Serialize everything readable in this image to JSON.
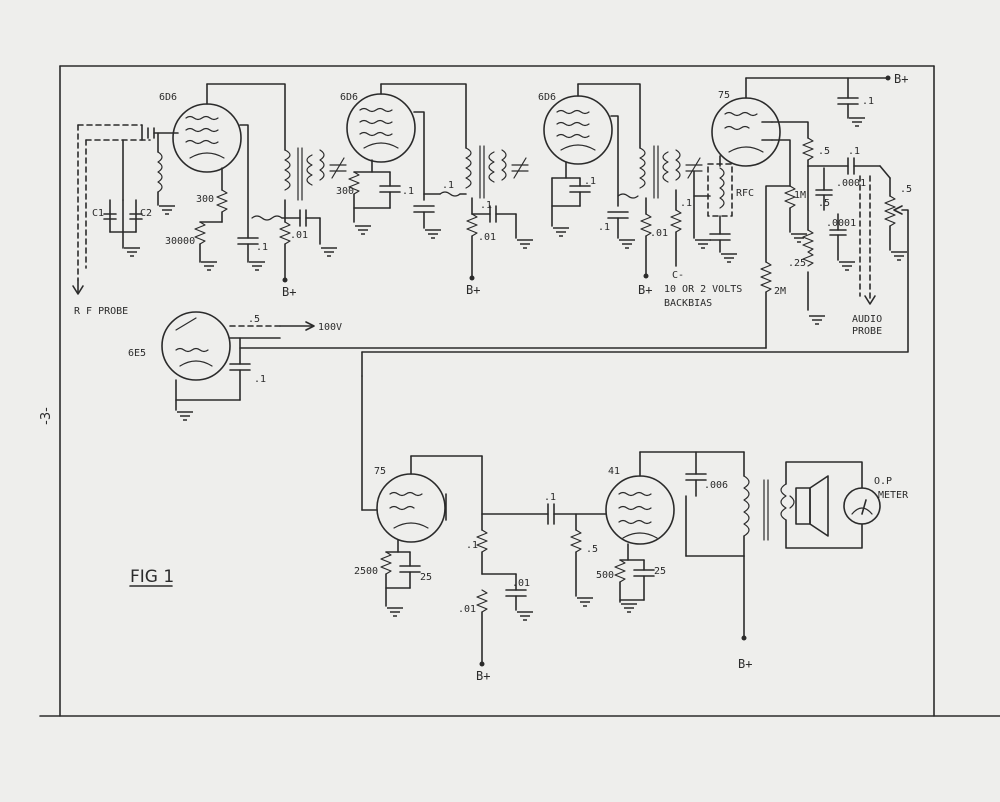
{
  "page_number": "-3-",
  "figure_label": "FIG 1",
  "tubes": {
    "v1": "6D6",
    "v2": "6D6",
    "v3": "6D6",
    "v4": "75",
    "tuning_eye": "6E5",
    "af1": "75",
    "af2": "41"
  },
  "labels": {
    "rf_probe": "R F PROBE",
    "audio_probe_1": "AUDIO",
    "audio_probe_2": "PROBE",
    "c_minus": "C-",
    "backbias_1": "10 OR 2 VOLTS",
    "backbias_2": "BACKBIAS",
    "op_meter_1": "O.P",
    "op_meter_2": "METER",
    "v100": "100V",
    "rfc": "RFC",
    "c1": "C1",
    "c2": "C2"
  },
  "supply": {
    "b_plus": "B+"
  },
  "values": {
    "r300a": "300",
    "r30000": "30000",
    "r300b": "300",
    "c01_a": ".01",
    "c01_b": ".01",
    "c01_c": ".01",
    "c01_d": ".01",
    "c1_a": ".1",
    "c1_b": ".1",
    "c1_c": ".1",
    "c1_d": ".1",
    "c1_e": ".1",
    "c1_f": ".1",
    "c1_g": ".1",
    "c1_h": ".1",
    "c1_i": ".1",
    "r1m": "1M",
    "r2m": "2M",
    "r05a": ".5",
    "r05b": ".5",
    "r05c": ".5",
    "r05d": ".5",
    "r025": ".25",
    "c0001a": ".0001",
    "c0001b": ".0001",
    "r2500": "2500",
    "c25a": "25",
    "c25b": "25",
    "r500": "500",
    "c006": ".006",
    "r01_af": ".01",
    "c1_af": ".1",
    "c1_af2": ".1",
    "r1_af": ".1"
  }
}
